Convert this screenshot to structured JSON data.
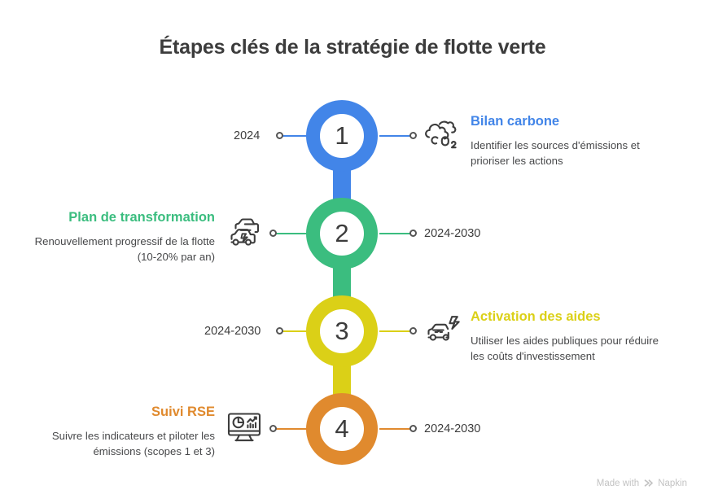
{
  "title": "Étapes clés de la stratégie de flotte verte",
  "watermark": {
    "prefix": "Made with",
    "brand": "Napkin",
    "mark_icon": "napkin-chevrons-icon"
  },
  "colors": {
    "step1": "#4285e8",
    "step2": "#3bbd7f",
    "step3": "#dbd017",
    "step4": "#e08a2e",
    "text_dark": "#3c3c3c",
    "text_body": "#47484a",
    "icon_stroke": "#3d3d3d"
  },
  "steps": [
    {
      "number": "1",
      "color": "#4285e8",
      "date": "2024",
      "date_side": "left",
      "content_side": "right",
      "heading": "Bilan carbone",
      "description": "Identifier les sources d'émissions et prioriser les actions",
      "icon": "co2-cloud-icon"
    },
    {
      "number": "2",
      "color": "#3bbd7f",
      "date": "2024-2030",
      "date_side": "right",
      "content_side": "left",
      "heading": "Plan de transformation",
      "description": "Renouvellement progressif de la flotte (10-20% par an)",
      "icon": "electric-fleet-cars-icon"
    },
    {
      "number": "3",
      "color": "#dbd017",
      "date": "2024-2030",
      "date_side": "left",
      "content_side": "right",
      "heading": "Activation des aides",
      "description": "Utiliser les aides publiques pour réduire les coûts d'investissement",
      "icon": "electric-car-bolt-icon"
    },
    {
      "number": "4",
      "color": "#e08a2e",
      "date": "2024-2030",
      "date_side": "right",
      "content_side": "left",
      "heading": "Suivi RSE",
      "description": "Suivre les indicateurs et piloter les émissions (scopes 1 et 3)",
      "icon": "dashboard-monitor-icon"
    }
  ]
}
